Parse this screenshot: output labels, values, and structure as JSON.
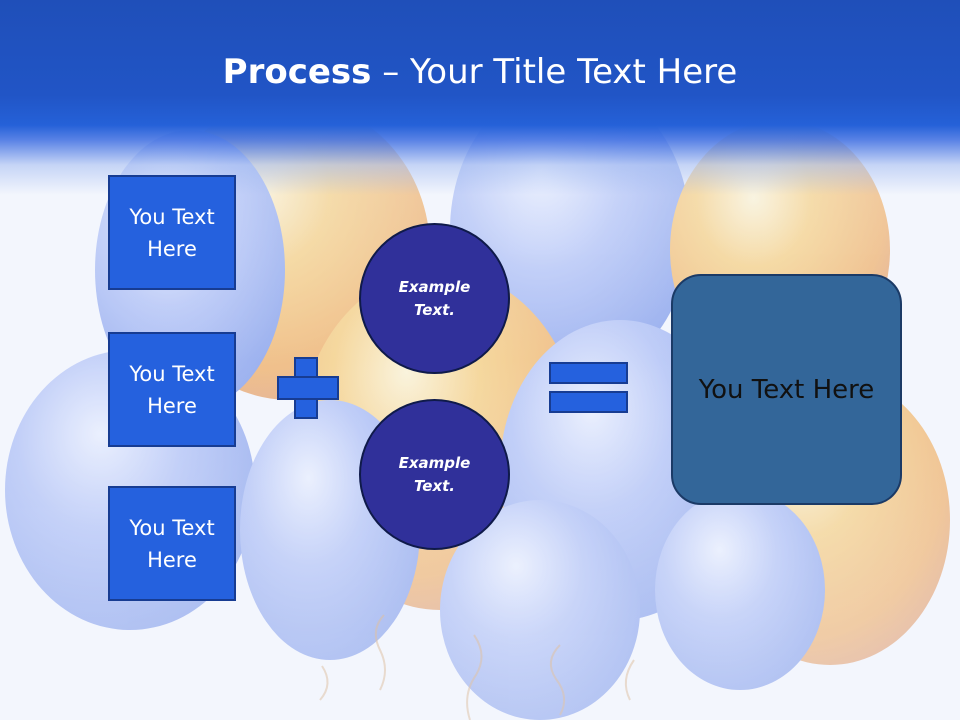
{
  "slide": {
    "title_bold": "Process",
    "title_separator": " – ",
    "title_rest": "Your Title Text Here"
  },
  "left_boxes": [
    {
      "label": "You Text Here"
    },
    {
      "label": "You Text Here"
    },
    {
      "label": "You Text Here"
    }
  ],
  "circles": [
    {
      "label": "Example Text."
    },
    {
      "label": "Example Text."
    }
  ],
  "result_box": {
    "label": "You Text Here"
  },
  "colors": {
    "header_blue": "#2155c6",
    "box_blue": "#2561de",
    "circle_navy": "#30309a",
    "result_steel_blue": "#336699",
    "balloon_orange": "#f2a43c",
    "balloon_blue": "#6f8fe8"
  }
}
